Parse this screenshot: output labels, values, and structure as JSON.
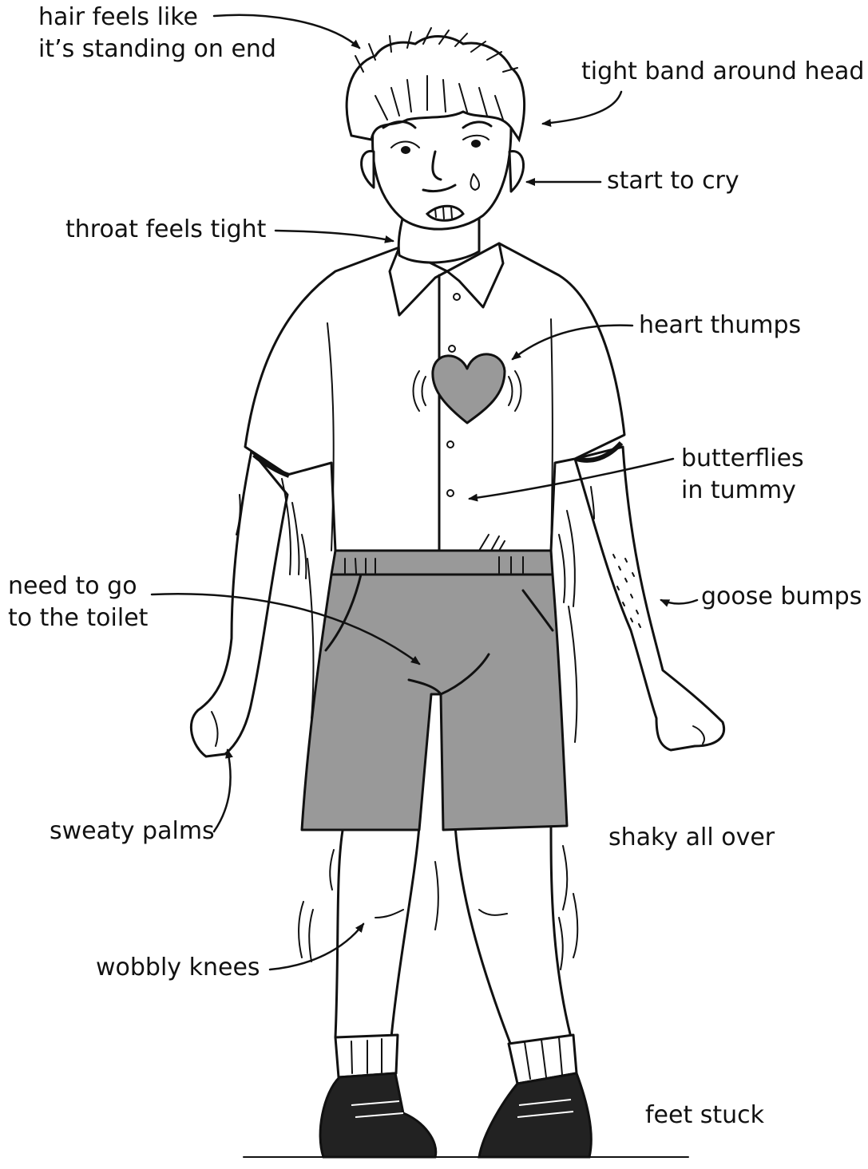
{
  "labels": {
    "hair_line1": "hair feels like",
    "hair_line2": "it’s standing on end",
    "tight_band": "tight band around head",
    "start_to_cry": "start to cry",
    "throat": "throat feels tight",
    "heart": "heart thumps",
    "butterflies_line1": "butterflies",
    "butterflies_line2": "in tummy",
    "toilet_line1": "need to go",
    "toilet_line2": "to the toilet",
    "goose_bumps": "goose bumps",
    "sweaty_palms": "sweaty palms",
    "shaky": "shaky all over",
    "wobbly_knees": "wobbly knees",
    "feet_stuck": "feet stuck"
  },
  "colors": {
    "ink": "#111111",
    "shorts_fill": "#999999",
    "heart_fill": "#999999",
    "background": "#ffffff"
  }
}
